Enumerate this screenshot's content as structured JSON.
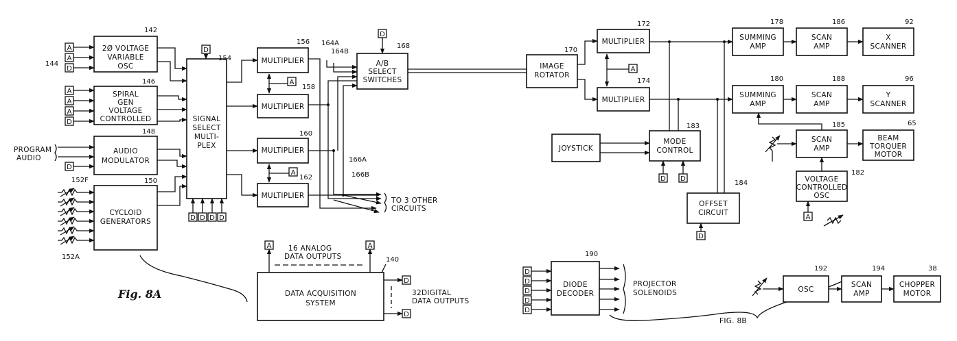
{
  "blocks": {
    "voltage_osc": [
      "2Ø VOLTAGE",
      "VARIABLE",
      "OSC"
    ],
    "spiral_gen": [
      "SPIRAL",
      "GEN",
      "VOLTAGE",
      "CONTROLLED"
    ],
    "audio_mod": [
      "AUDIO",
      "MODULATOR"
    ],
    "cycloid_gen": [
      "CYCLOID",
      "GENERATORS"
    ],
    "signal_select": [
      "SIGNAL",
      "SELECT",
      "MULTI-",
      "PLEX"
    ],
    "multiplier_label": "MULTIPLIER",
    "ab_select": [
      "A/B",
      "SELECT",
      "SWITCHES"
    ],
    "image_rotator": [
      "IMAGE",
      "ROTATOR"
    ],
    "joystick": "JOYSTICK",
    "mode_control": [
      "MODE",
      "CONTROL"
    ],
    "offset_circuit": [
      "OFFSET",
      "CIRCUIT"
    ],
    "summing_amp": [
      "SUMMING",
      "AMP"
    ],
    "scan_amp": [
      "SCAN",
      "AMP"
    ],
    "x_scanner": [
      "X",
      "SCANNER"
    ],
    "y_scanner": [
      "Y",
      "SCANNER"
    ],
    "beam_torquer": [
      "BEAM",
      "TORQUER",
      "MOTOR"
    ],
    "vco": [
      "VOLTAGE",
      "CONTROLLED",
      "OSC"
    ],
    "data_acq": [
      "DATA ACQUISITION",
      "SYSTEM"
    ],
    "diode_decoder": [
      "DIODE",
      "DECODER"
    ],
    "osc": "OSC",
    "chopper": [
      "CHOPPER",
      "MOTOR"
    ]
  },
  "labels": {
    "program_audio": [
      "PROGRAM",
      "AUDIO"
    ],
    "other_circuits": [
      "TO 3 OTHER",
      "CIRCUITS"
    ],
    "analog_outputs": [
      "16 ANALOG",
      "DATA OUTPUTS"
    ],
    "digital_outputs": [
      "32DIGITAL",
      "DATA OUTPUTS"
    ],
    "projector_solenoids": [
      "PROJECTOR",
      "SOLENOIDS"
    ],
    "fig_8a": "Fig. 8A",
    "fig_8b": "FIG. 8B"
  },
  "terminals": {
    "analog": "A",
    "digital": "D"
  },
  "refs": {
    "r142": "142",
    "r144": "144",
    "r146": "146",
    "r148": "148",
    "r150": "150",
    "r152f": "152F",
    "r152a": "152A",
    "r154": "154",
    "r156": "156",
    "r158": "158",
    "r160": "160",
    "r162": "162",
    "r164a": "164A",
    "r164b": "164B",
    "r166a": "166A",
    "r166b": "166B",
    "r168": "168",
    "r170": "170",
    "r172": "172",
    "r174": "174",
    "r178": "178",
    "r180": "180",
    "r183": "183",
    "r184": "184",
    "r185": "185",
    "r182": "182",
    "r186": "186",
    "r188": "188",
    "r92": "92",
    "r96": "96",
    "r65": "65",
    "r140": "140",
    "r190": "190",
    "r192": "192",
    "r194": "194",
    "r38": "38"
  }
}
